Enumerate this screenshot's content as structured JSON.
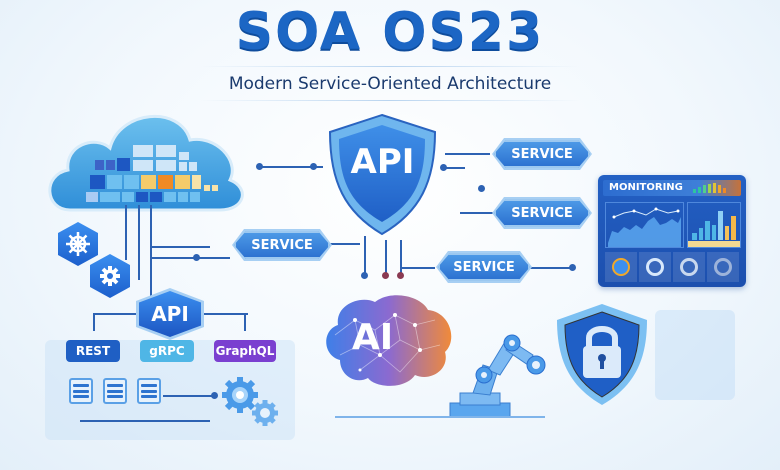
{
  "header": {
    "title": "SOA OS23",
    "subtitle": "Modern Service-Oriented Architecture"
  },
  "api_gateway": {
    "label": "API"
  },
  "services": [
    {
      "label": "SERVICE",
      "position": "top-right"
    },
    {
      "label": "SERVICE",
      "position": "middle-right"
    },
    {
      "label": "SERVICE",
      "position": "left"
    },
    {
      "label": "SERVICE",
      "position": "bottom"
    }
  ],
  "api_protocols": {
    "label": "API",
    "items": [
      {
        "label": "REST",
        "color": "#1f5fc4"
      },
      {
        "label": "gRPC",
        "color": "#4fb6e6"
      },
      {
        "label": "GraphQL",
        "color": "#7a3fd0"
      }
    ]
  },
  "ai": {
    "label": "AI"
  },
  "monitoring": {
    "title": "MONITORING",
    "bars": [
      20,
      35,
      55,
      45,
      85,
      40,
      70
    ]
  },
  "icons": {
    "kubernetes": "kubernetes-helm-icon",
    "settings": "gear-icon",
    "security": "padlock-icon",
    "robot": "robot-arm-icon",
    "cloud": "cloud-icon"
  },
  "colors": {
    "primary": "#1c66c4",
    "accent_orange": "#f08a24",
    "graphql": "#7a3fd0"
  }
}
